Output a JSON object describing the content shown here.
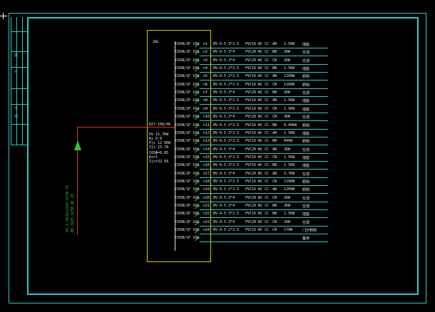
{
  "panel": {
    "tag": "2AL",
    "main_switch": "DZ7-100/40",
    "stats": [
      "Pe  15.7KW",
      "Kx  0.8",
      "Pjs 12.5KW",
      "Ijs 23.7A"
    ],
    "calc": [
      "COSΦ=0.85",
      "Kx=1",
      "Ijs=32.5A"
    ]
  },
  "feeder": {
    "lines": [
      "VV-1-3X35+2X16 SC50 FC",
      "BV-3X25 SC50 WC CE"
    ]
  },
  "title_strip": {
    "labels": [
      "图",
      "号",
      "比",
      "例"
    ]
  },
  "circuits": [
    {
      "breaker": "C65N/2P 16A",
      "no": "n1",
      "cable": "BV-0.5-3*2.5",
      "pipe": "PVC16 WC CC",
      "phase": "AN",
      "power": "1.5KW",
      "use": "插座"
    },
    {
      "breaker": "C65N/2P 16A",
      "no": "n2",
      "cable": "BV-0.5-3*4",
      "pipe": "PVC20 WC CC",
      "phase": "BN",
      "power": "2KW",
      "use": "空调"
    },
    {
      "breaker": "C65N/2P 16A",
      "no": "n3",
      "cable": "BV-0.5-3*4",
      "pipe": "PVC20 WC CC",
      "phase": "CN",
      "power": "2KW",
      "use": "空调"
    },
    {
      "breaker": "C65N/1P 10A",
      "no": "n4",
      "cable": "BV-0.5-2*2.5",
      "pipe": "PVC16 WC CC",
      "phase": "BN",
      "power": "1.5KW",
      "use": "插座"
    },
    {
      "breaker": "C65N/1P 10A",
      "no": "n5",
      "cable": "BV-0.5-2*2.5",
      "pipe": "PVC16 WC CC",
      "phase": "AN",
      "power": "1100W",
      "use": "照明"
    },
    {
      "breaker": "C65N/1P 10A",
      "no": "n6",
      "cable": "BV-0.5-2*2.5",
      "pipe": "PVC16 WC CC",
      "phase": "CN",
      "power": "1100W",
      "use": "照明"
    },
    {
      "breaker": "C65N/2P 16A",
      "no": "n7",
      "cable": "BV-0.5-3*4",
      "pipe": "PVC20 WC CC",
      "phase": "BN",
      "power": "2KW",
      "use": "空调"
    },
    {
      "breaker": "C65N/2P 16A",
      "no": "n8",
      "cable": "BV-0.5-3*2.5",
      "pipe": "PVC16 WC CC",
      "phase": "AN",
      "power": "1.5KW",
      "use": "插座"
    },
    {
      "breaker": "C65N/2P 16A",
      "no": "n9",
      "cable": "BV-0.5-3*2.5",
      "pipe": "PVC16 WC CC",
      "phase": "CN",
      "power": "1.5KW",
      "use": "插座"
    },
    {
      "breaker": "C65N/2P 16A",
      "no": "n10",
      "cable": "BV-0.5-3*4",
      "pipe": "PVC20 WC CC",
      "phase": "CN",
      "power": "2KW",
      "use": "空调"
    },
    {
      "breaker": "C65N/1P 10A",
      "no": "n11",
      "cable": "BV-0.5-2*2.5",
      "pipe": "PVC16 WC CC",
      "phase": "BN",
      "power": "0.46KW",
      "use": "照明"
    },
    {
      "breaker": "C65N/2P 16A",
      "no": "n12",
      "cable": "BV-0.5-3*2.5",
      "pipe": "PVC16 WC CC",
      "phase": "AN",
      "power": "1.5KW",
      "use": "插座"
    },
    {
      "breaker": "C65N/1P 10A",
      "no": "n13",
      "cable": "BV-0.5-2*2.5",
      "pipe": "PVC16 WC CC",
      "phase": "BN",
      "power": "840W",
      "use": "照明"
    },
    {
      "breaker": "C65N/2P 16A",
      "no": "n14",
      "cable": "BV-0.5-3*4",
      "pipe": "PVC20 WC CC",
      "phase": "AN",
      "power": "2KW",
      "use": "空调"
    },
    {
      "breaker": "C65N/2P 16A",
      "no": "n15",
      "cable": "BV-0.5-3*2.5",
      "pipe": "PVC16 WC CC",
      "phase": "CN",
      "power": "1.5KW",
      "use": "插座"
    },
    {
      "breaker": "C65N/2P 16A",
      "no": "n16",
      "cable": "BV-0.5-3*2.5",
      "pipe": "PVC16 WC CC",
      "phase": "BN",
      "power": "1.5KW",
      "use": "插座"
    },
    {
      "breaker": "C65N/2P 16A",
      "no": "n17",
      "cable": "BV-0.5-3*4",
      "pipe": "PVC20 WC CC",
      "phase": "AN",
      "power": "3.7KW",
      "use": "空调"
    },
    {
      "breaker": "C65N/1P 10A",
      "no": "n18",
      "cable": "BV-0.5-2*2.5",
      "pipe": "PVC16 WC CC",
      "phase": "CN",
      "power": "1100W",
      "use": "照明"
    },
    {
      "breaker": "C65N/1P 10A",
      "no": "n19",
      "cable": "BV-0.5-2*2.5",
      "pipe": "PVC16 WC CC",
      "phase": "AN",
      "power": "1200W",
      "use": "照明"
    },
    {
      "breaker": "C65N/2P 16A",
      "no": "n20",
      "cable": "BV-0.5-3*4",
      "pipe": "PVC20 WC CC",
      "phase": "CN",
      "power": "2KW",
      "use": "空调"
    },
    {
      "breaker": "C65N/2P 16A",
      "no": "n21",
      "cable": "BV-0.5-3*4",
      "pipe": "PVC20 WC CC",
      "phase": "BN",
      "power": "2KW",
      "use": "空调"
    },
    {
      "breaker": "C65N/2P 16A",
      "no": "n22",
      "cable": "BV-0.5-3*2.5",
      "pipe": "PVC16 WC CC",
      "phase": "BN",
      "power": "1.5KW",
      "use": "插座"
    },
    {
      "breaker": "C65N/2P 16A",
      "no": "n23",
      "cable": "BV-0.5-3*4",
      "pipe": "PVC20 WC CC",
      "phase": "CN",
      "power": "2KW",
      "use": "空调"
    },
    {
      "breaker": "C65N/1P 10A",
      "no": "n24",
      "cable": "BV-0.5-2*2.5",
      "pipe": "PVC16 WC CC",
      "phase": "CN",
      "power": "170W",
      "use": "门厅照明"
    },
    {
      "breaker": "C65N/1P 10A",
      "no": "",
      "cable": "",
      "pipe": "",
      "phase": "",
      "power": "",
      "use": "备用"
    }
  ],
  "colors": {
    "frame": "#2ec8c8",
    "panel_border": "#d8d000",
    "feeder_line": "#e03030",
    "feeder_text": "#2ec830",
    "text": "#e6e6e6"
  }
}
